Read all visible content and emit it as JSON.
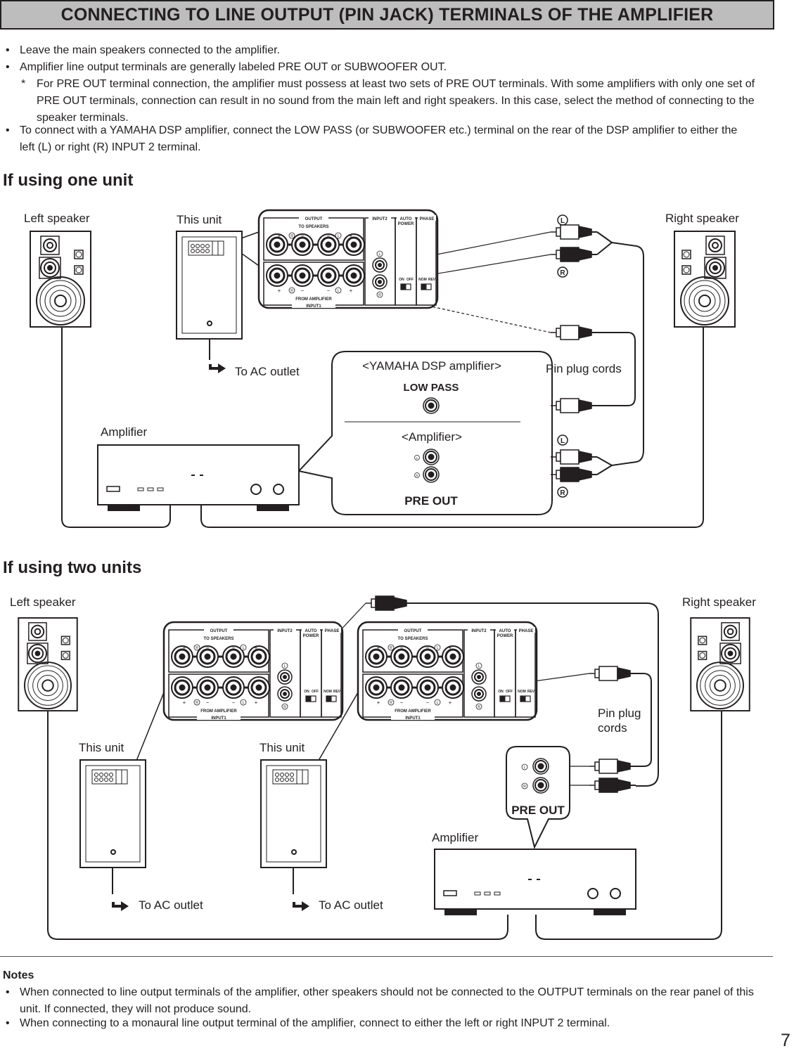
{
  "header": {
    "title": "CONNECTING TO LINE OUTPUT (PIN JACK) TERMINALS OF THE AMPLIFIER"
  },
  "intro": {
    "bullet_symbol": "•",
    "asterisk_symbol": "*",
    "bullets": [
      "Leave the main speakers connected to the amplifier.",
      "Amplifier line output terminals are generally labeled PRE OUT or SUBWOOFER OUT.",
      "To connect with a YAMAHA DSP amplifier, connect the LOW PASS (or SUBWOOFER etc.) terminal on the rear of the DSP amplifier to either the left (L) or right (R) INPUT 2 terminal."
    ],
    "asterisk_note": "For PRE OUT terminal connection, the amplifier must possess at least two sets of PRE OUT terminals.  With some amplifiers with only one set of PRE OUT terminals, connection can result in no sound from the main left and right speakers.  In this case, select the method of connecting to the speaker terminals."
  },
  "sections": [
    {
      "heading": "If using one unit"
    },
    {
      "heading": "If using two units"
    }
  ],
  "diagram1": {
    "left_speaker": "Left speaker",
    "this_unit": "This unit",
    "right_speaker": "Right speaker",
    "ac_outlet": "To AC outlet",
    "amplifier": "Amplifier",
    "pin_plug_cords": "Pin plug cords",
    "dsp_title": "<YAMAHA DSP amplifier>",
    "low_pass": "LOW PASS",
    "amp_title": "<Amplifier>",
    "pre_out": "PRE OUT",
    "left": "L",
    "right": "R"
  },
  "diagram2": {
    "left_speaker": "Left speaker",
    "right_speaker": "Right speaker",
    "this_unit_1": "This unit",
    "this_unit_2": "This unit",
    "ac_outlet_1": "To AC outlet",
    "ac_outlet_2": "To AC outlet",
    "amplifier": "Amplifier",
    "pin_plug_line1": "Pin plug",
    "pin_plug_line2": "cords",
    "pre_out": "PRE OUT",
    "left": "L",
    "right": "R"
  },
  "panel": {
    "output": "OUTPUT",
    "to_speakers": "TO SPEAKERS",
    "from_amplifier": "FROM AMPLIFIER",
    "input1": "INPUT1",
    "input2": "INPUT2",
    "auto": "AUTO",
    "power": "POWER",
    "phase": "PHASE",
    "on": "ON",
    "off": "OFF",
    "nom": "NOM",
    "rev": "REV",
    "plus": "+",
    "minus": "−",
    "left": "L",
    "right": "R"
  },
  "notes": {
    "title": "Notes",
    "items": [
      "When connected to line output terminals of the amplifier, other speakers should not be connected to the OUTPUT terminals on the rear panel of this unit.  If connected, they will not produce sound.",
      "When connecting to a monaural line output terminal of the amplifier, connect to either the left or right INPUT 2 terminal."
    ]
  },
  "page_number": "7"
}
